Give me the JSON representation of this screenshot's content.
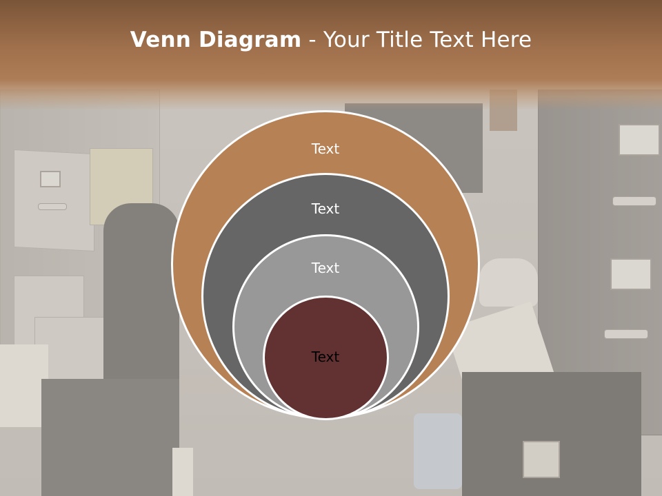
{
  "title": {
    "bold": "Venn Diagram",
    "rest": " - Your Title Text Here"
  },
  "diagram": {
    "circles": [
      {
        "label": "Text",
        "color": "#b58155",
        "text_color": "#ffffff"
      },
      {
        "label": "Text",
        "color": "#666666",
        "text_color": "#ffffff"
      },
      {
        "label": "Text",
        "color": "#989898",
        "text_color": "#ffffff"
      },
      {
        "label": "Text",
        "color": "#623131",
        "text_color": "#000000"
      }
    ]
  },
  "colors": {
    "header": "#a1714d",
    "border": "#ffffff"
  }
}
